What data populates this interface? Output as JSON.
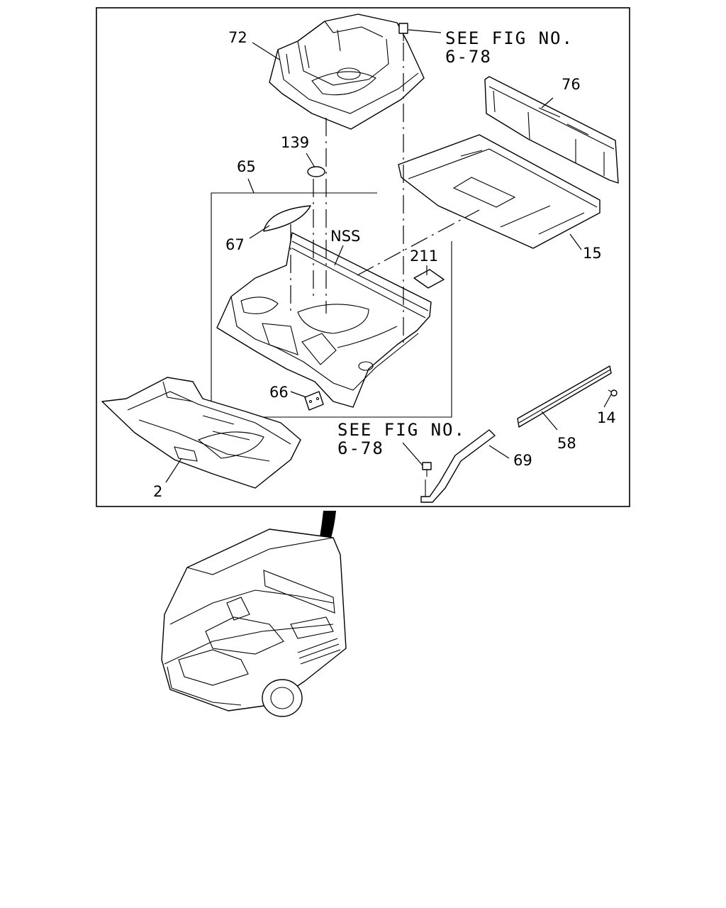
{
  "diagram": {
    "callouts": {
      "p72": "72",
      "p76": "76",
      "p139": "139",
      "p65": "65",
      "p67": "67",
      "nss": "NSS",
      "p211": "211",
      "p15": "15",
      "p66": "66",
      "p14": "14",
      "p58": "58",
      "p69": "69",
      "p2": "2"
    },
    "references": {
      "ref_top_line1": "SEE FIG NO.",
      "ref_top_line2": "6-78",
      "ref_bottom_line1": "SEE FIG NO.",
      "ref_bottom_line2": "6-78"
    }
  }
}
